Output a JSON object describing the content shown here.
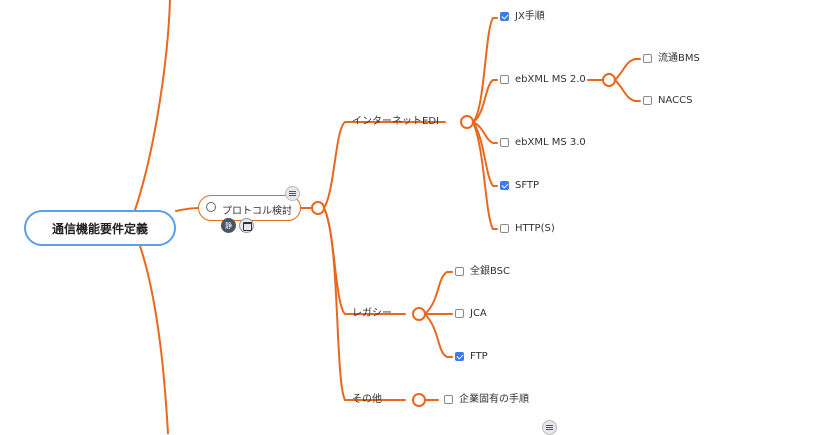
{
  "root": {
    "label": "通信機能要件定義"
  },
  "topic": {
    "label": "プロトコル検討",
    "badge": "静"
  },
  "branches": {
    "internet": "インターネットEDI",
    "legacy": "レガシー",
    "other": "その他"
  },
  "internet_items": [
    {
      "label": "JX手順",
      "checked": true
    },
    {
      "label": "ebXML MS 2.0",
      "checked": false
    },
    {
      "label": "ebXML MS 3.0",
      "checked": false
    },
    {
      "label": "SFTP",
      "checked": true
    },
    {
      "label": "HTTP(S)",
      "checked": false
    }
  ],
  "ebxml2_children": [
    {
      "label": "流通BMS",
      "checked": false
    },
    {
      "label": "NACCS",
      "checked": false
    }
  ],
  "legacy_items": [
    {
      "label": "全銀BSC",
      "checked": false
    },
    {
      "label": "JCA",
      "checked": false
    },
    {
      "label": "FTP",
      "checked": true
    }
  ],
  "other_items": [
    {
      "label": "企業固有の手順",
      "checked": false
    }
  ],
  "colors": {
    "branch": "#e8691e",
    "root_border": "#5aa0e8",
    "check": "#3b7be8"
  }
}
